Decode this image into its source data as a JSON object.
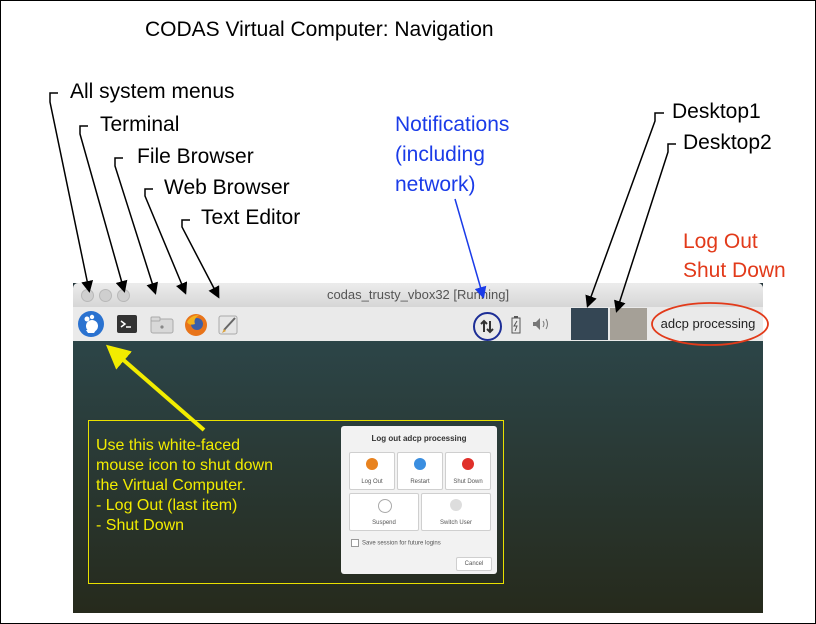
{
  "slide": {
    "title": "CODAS Virtual Computer: Navigation",
    "labels": {
      "menus": "All system menus",
      "terminal": "Terminal",
      "file_browser": "File Browser",
      "web_browser": "Web Browser",
      "text_editor": "Text Editor",
      "notifications_1": "Notifications",
      "notifications_2": "(including",
      "notifications_3": "network)",
      "desktop1": "Desktop1",
      "desktop2": "Desktop2",
      "logout": "Log Out",
      "shutdown": "Shut Down"
    },
    "colors": {
      "notifications": "#1a3be8",
      "power_labels": "#e23a1a",
      "callout": "#f2ec00"
    }
  },
  "vm_window": {
    "title": "codas_trusty_vbox32 [Running]",
    "taskbar": {
      "icons": [
        "mouse-menu-icon",
        "terminal-icon",
        "file-browser-icon",
        "firefox-icon",
        "text-editor-icon",
        "network-icon",
        "battery-icon",
        "volume-icon"
      ],
      "user": "adcp processing"
    }
  },
  "callout": {
    "lines": [
      "Use this white-faced",
      "mouse icon to shut down",
      "the Virtual Computer.",
      "- Log Out (last item)",
      "- Shut Down"
    ]
  },
  "dialog": {
    "title": "Log out adcp processing",
    "buttons": {
      "logout": "Log Out",
      "restart": "Restart",
      "shutdown": "Shut Down",
      "suspend": "Suspend",
      "switch_user": "Switch User"
    },
    "save_session": "Save session for future logins",
    "cancel": "Cancel"
  }
}
